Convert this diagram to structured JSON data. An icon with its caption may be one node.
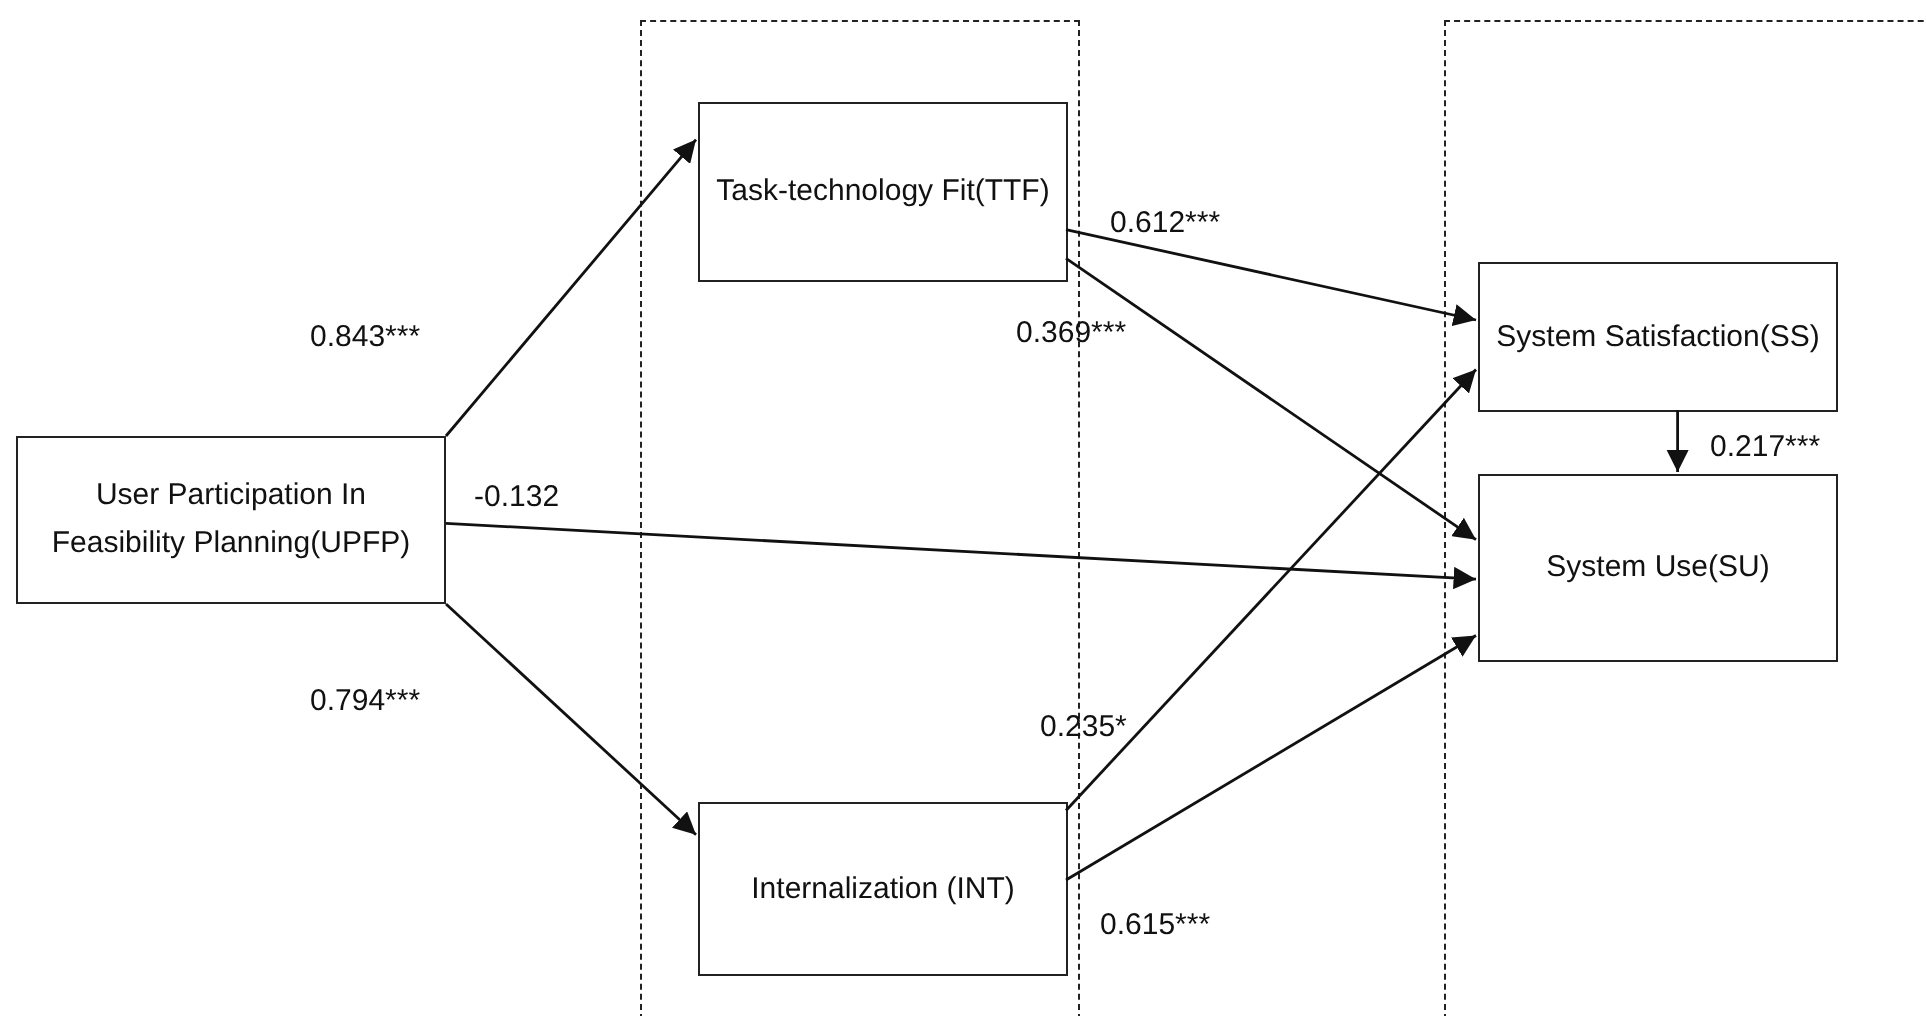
{
  "diagram": {
    "nodes": [
      {
        "text": [
          "User Participation In Feasibility Planning(UPFP)"
        ]
      },
      {
        "text": [],
        "shape": "box"
      },
      {
        "text": [
          "Task-technology Fit(TTF)"
        ],
        "in": 1
      },
      {
        "text": [
          "Internalization (INT)"
        ],
        "in": 1
      },
      {
        "text": [],
        "shape": "box"
      },
      {
        "text": [
          "System Satisfaction(SS)"
        ],
        "in": 4
      },
      {
        "text": [
          "System Use(SU)"
        ],
        "in": 4
      }
    ],
    "edges": [
      {
        "from": 0,
        "to": 2,
        "arrow": "to",
        "label": "0.843***"
      },
      {
        "from": 0,
        "to": 6,
        "arrow": "to",
        "label": "-0.132"
      },
      {
        "from": 0,
        "to": 3,
        "arrow": "to",
        "label": "0.794***"
      },
      {
        "from": 2,
        "to": 5,
        "arrow": "to",
        "label": "0.612***"
      },
      {
        "from": 2,
        "to": 6,
        "arrow": "to",
        "label": "0.369***"
      },
      {
        "from": 3,
        "to": 5,
        "arrow": "to",
        "label": "0.235*"
      },
      {
        "from": 3,
        "to": 6,
        "arrow": "to",
        "label": "0.615***"
      },
      {
        "from": 5,
        "to": 6,
        "arrow": "to",
        "label": "0.217***"
      }
    ]
  }
}
